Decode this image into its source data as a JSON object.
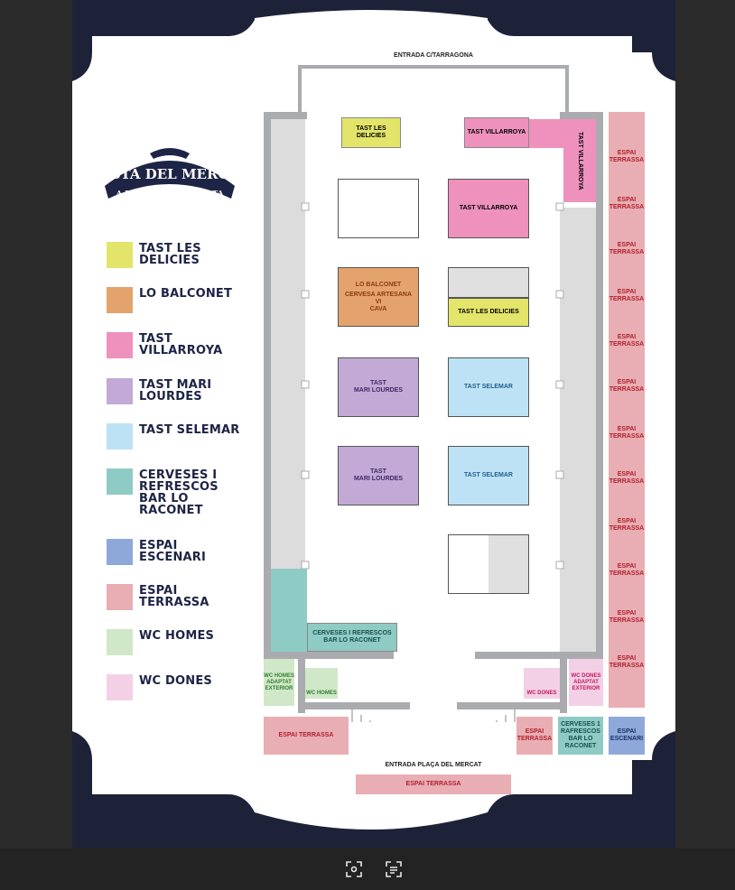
{
  "poster": {
    "logo_line1": "FESTA DEL MERCAT",
    "logo_line2": "A LA PLAÇA D'AMPOSTA",
    "entrance_top": "ENTRADA C/TARRAGONA",
    "entrance_bottom": "ENTRADA PLAÇA DEL MERCAT"
  },
  "legend": [
    {
      "label": "TAST LES\nDELICIES",
      "color": "#e3e46a"
    },
    {
      "label": "LO BALCONET",
      "color": "#e4a36c"
    },
    {
      "label": "TAST\nVILLARROYA",
      "color": "#ee91bd"
    },
    {
      "label": "TAST MARI\nLOURDES",
      "color": "#c3a9d6"
    },
    {
      "label": "TAST SELEMAR",
      "color": "#bee2f5"
    },
    {
      "label": "CERVESES I\nREFRESCOS\nBAR LO\nRACONET",
      "color": "#8ecbc4"
    },
    {
      "label": "ESPAI\nESCENARI",
      "color": "#8ea9d9"
    },
    {
      "label": "ESPAI\nTERRASSA",
      "color": "#e8aeb3"
    },
    {
      "label": "WC HOMES",
      "color": "#d1e8c8"
    },
    {
      "label": "WC DONES",
      "color": "#f4d0e6"
    }
  ],
  "rooms": {
    "tast_les_delicies_top": "TAST LES DELICIES",
    "tast_villarroya_top": "TAST VILLARROYA",
    "tast_villarroya_side": "TAST VILLARROYA",
    "tast_villarroya_stall": "TAST VILLARROYA",
    "lo_balconet_title": "LO BALCONET",
    "lo_balconet_sub": "CERVESA ARTESANA\nVI\nCAVA",
    "tast_les_delicies_stall": "TAST LES DELICIES",
    "mari_lourdes_1": "TAST\nMARI LOURDES",
    "mari_lourdes_2": "TAST\nMARI LOURDES",
    "selemar_1": "TAST SELEMAR",
    "selemar_2": "TAST SELEMAR",
    "cerveses_inside": "CERVESES I REFRESCOS\nBAR LO RACONET",
    "wc_homes_adaptat": "WC HOMES\nADAPTAT\nEXTERIOR",
    "wc_homes": "WC HOMES",
    "wc_dones": "WC DONES",
    "wc_dones_adaptat": "WC DONES\nADAPTAT\nEXTERIOR",
    "terrassa_side": "ESPAI\nTERRASSA",
    "terrassa_bottom_left": "ESPAI TERRASSA",
    "terrassa_bottom_mid": "ESPAI\nTERRASSA",
    "cerveses_bottom": "CERVESES 1\nRAFRESCOS\nBAR LO\nRACONET",
    "escenari": "ESPAI\nESCENARI",
    "terrassa_bottom": "ESPAI TERRASSA"
  },
  "toolbar": {
    "icons": [
      "screenshot-region-icon",
      "text-scan-icon"
    ]
  },
  "colors": {
    "navy": "#1e2238",
    "yellow": "#e3e46a",
    "orange": "#e4a36c",
    "pink": "#ee91bd",
    "lilac": "#c3a9d6",
    "blue": "#bee2f5",
    "teal": "#8ecbc4",
    "terrassa": "#e8aeb3",
    "escenari": "#8ea9d9"
  }
}
